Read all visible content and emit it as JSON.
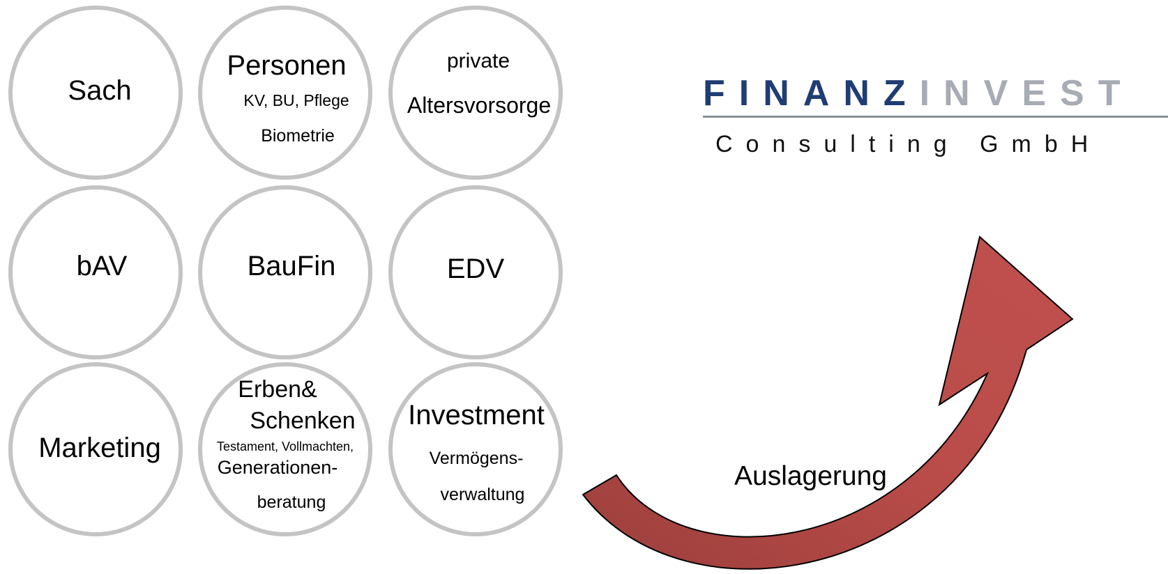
{
  "circles": [
    {
      "lines": [
        "Sach"
      ]
    },
    {
      "lines": [
        "Personen",
        "KV, BU, Pflege",
        "Biometrie"
      ]
    },
    {
      "lines": [
        "private",
        "Altersvorsorge"
      ]
    },
    {
      "lines": [
        "bAV"
      ]
    },
    {
      "lines": [
        "BauFin"
      ]
    },
    {
      "lines": [
        "EDV"
      ]
    },
    {
      "lines": [
        "Marketing"
      ]
    },
    {
      "lines": [
        "Erben&",
        "Schenken",
        "Testament, Vollmachten,",
        "Generationen-",
        "beratung"
      ]
    },
    {
      "lines": [
        "Investment",
        "Vermögens-",
        "verwaltung"
      ]
    }
  ],
  "logo": {
    "part1": "FINANZ",
    "part2": "INVEST",
    "subtitle": "Consulting GmbH",
    "colors": {
      "part1": "#1f3d73",
      "part2": "#a7abb4",
      "line": "#8b8f96"
    }
  },
  "arrow": {
    "label": "Auslagerung",
    "color": "#c0504d"
  }
}
